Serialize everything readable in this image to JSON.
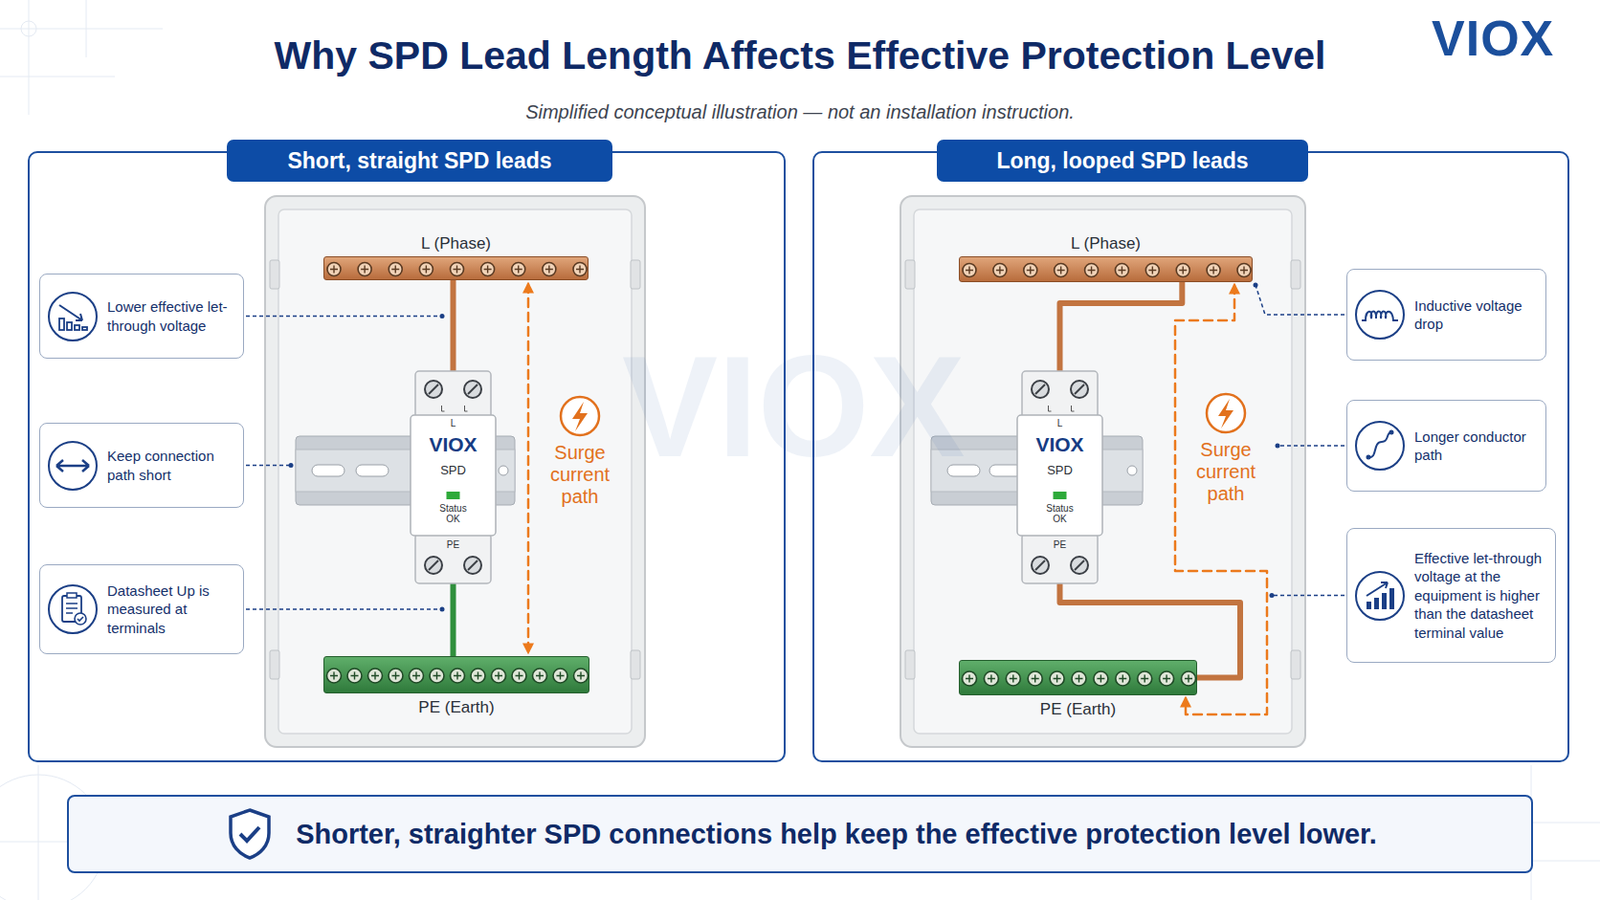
{
  "diagram": {
    "title": "Why SPD Lead Length Affects Effective Protection Level",
    "caption": "Simplified conceptual illustration — not an installation instruction.",
    "nodes": [
      {
        "text": [
          "Short, straight SPD leads"
        ]
      },
      {
        "text": [
          "Lower effective let-through voltage"
        ],
        "in": 0
      },
      {
        "text": [
          "Keep connection path short"
        ],
        "in": 0
      },
      {
        "text": [
          "Datasheet Up is measured at terminals"
        ],
        "in": 0
      },
      {
        "text": [
          "L (Phase)"
        ],
        "in": 0
      },
      {
        "text": [
          "L",
          "VIOX",
          "SPD",
          "Status OK",
          "PE"
        ],
        "in": 0
      },
      {
        "text": [
          "PE (Earth)"
        ],
        "in": 0
      },
      {
        "text": [
          "Long, looped SPD leads"
        ]
      },
      {
        "text": [
          "L (Phase)"
        ],
        "in": 7
      },
      {
        "text": [
          "L",
          "VIOX",
          "SPD",
          "Status OK",
          "PE"
        ],
        "in": 7
      },
      {
        "text": [
          "PE (Earth)"
        ],
        "in": 7
      },
      {
        "text": [
          "Inductive voltage drop"
        ],
        "in": 7
      },
      {
        "text": [
          "Longer conductor path"
        ],
        "in": 7
      },
      {
        "text": [
          "Effective let-through voltage at the equipment is higher than the datasheet terminal value"
        ],
        "in": 7
      },
      {
        "text": [
          "Shorter, straighter SPD connections help keep the effective protection level lower."
        ]
      }
    ],
    "edges": [
      {
        "from": 4,
        "to": 5,
        "arrow": "none"
      },
      {
        "from": 5,
        "to": 6,
        "arrow": "none"
      },
      {
        "from": 4,
        "to": 6,
        "arrow": "both"
      },
      {
        "from": 8,
        "to": 9,
        "arrow": "none"
      },
      {
        "from": 9,
        "to": 10,
        "arrow": "none"
      },
      {
        "from": 8,
        "to": 10,
        "arrow": "both"
      }
    ],
    "labels": [
      "VIOX",
      "VIOX",
      "Surge current path",
      "Surge current path"
    ]
  }
}
